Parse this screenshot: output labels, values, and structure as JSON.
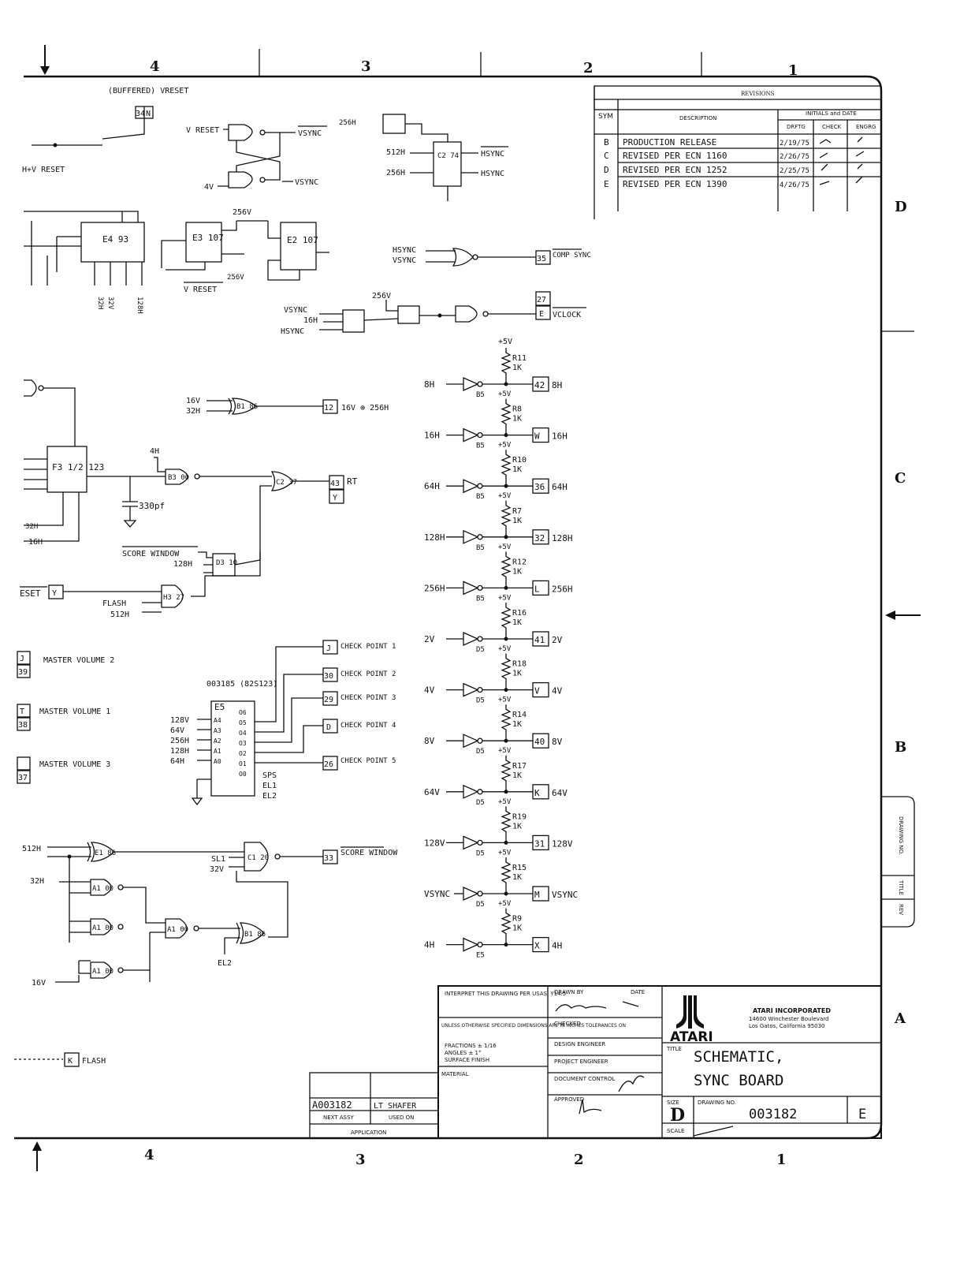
{
  "border": {
    "top_zones": [
      "4",
      "3",
      "2",
      "1"
    ],
    "bottom_zones": [
      "4",
      "3",
      "2",
      "1"
    ],
    "side_zones": [
      "D",
      "C",
      "B",
      "A"
    ]
  },
  "revisions": {
    "title": "REVISIONS",
    "col_sym": "SYM",
    "col_desc": "DESCRIPTION",
    "col_initials": "INITIALS and DATE",
    "col_drftg": "DRFTG",
    "col_check": "CHECK",
    "col_engrg": "ENGRG",
    "rows": [
      {
        "sym": "B",
        "desc": "PRODUCTION RELEASE",
        "date": "2/19/75"
      },
      {
        "sym": "C",
        "desc": "REVISED PER ECN 1160",
        "date": "2/26/75"
      },
      {
        "sym": "D",
        "desc": "REVISED PER ECN 1252",
        "date": "2/25/75"
      },
      {
        "sym": "E",
        "desc": "REVISED PER ECN 1390",
        "date": "4/26/75"
      }
    ]
  },
  "title_block": {
    "interpret": "INTERPRET THIS DRAWING PER USASI Y14.5",
    "unless": "UNLESS OTHERWISE SPECIFIED DIMENSIONS ARE IN INCHES TOLERANCES ON",
    "fractions": "FRACTIONS ± 1/16",
    "angles": "ANGLES ± 1°",
    "surface": "SURFACE FINISH",
    "material": "MATERIAL",
    "drawn_by": "DRAWN BY",
    "date_lbl": "DATE",
    "checked": "CHECKED",
    "design_engineer": "DESIGN ENGINEER",
    "project_engineer": "PROJECT ENGINEER",
    "document_control": "DOCUMENT CONTROL",
    "approved": "APPROVED",
    "company": "ATARI INCORPORATED",
    "addr1": "14600 Winchester Boulevard",
    "addr2": "Los Gatos, California 95030",
    "logo_text": "ATARI",
    "title_lbl": "TITLE",
    "title1": "SCHEMATIC,",
    "title2": "SYNC BOARD",
    "size_lbl": "SIZE",
    "size": "D",
    "drawing_no_lbl": "DRAWING NO.",
    "drawing_no": "003182",
    "rev": "E",
    "scale_lbl": "SCALE",
    "next_assy_val": "A003182",
    "used_on_val": "LT SHAFER",
    "next_assy": "NEXT ASSY",
    "used_on": "USED ON",
    "application": "APPLICATION"
  },
  "side_tab": [
    "DRAWING NO.",
    "TITLE",
    "REV"
  ],
  "labels": {
    "buffered_vreset": "(BUFFERED) VRESET",
    "vreset": "V RESET",
    "hv_reset": "H+V RESET",
    "vsync": "VSYNC",
    "hsync": "HSYNC",
    "fourv": "4V",
    "256h": "256H",
    "512h": "512H",
    "e4": "E4 93",
    "e3": "E3 107",
    "e2": "E2 107",
    "c2_74": "C2 74",
    "comp_sync": "COMP SYNC",
    "vclock": "VCLOCK",
    "256v": "256V",
    "16h": "16H",
    "32h": "32H",
    "4h": "4H",
    "16v": "16V",
    "16v_256h": "16V ⊕ 256H",
    "f3": "F3 1/2 123",
    "b3": "B3 00",
    "c2_37": "C2 37",
    "d3": "D3 10",
    "h3": "H3 27",
    "330pf": "330pf",
    "rt": "RT",
    "score_window": "SCORE WINDOW",
    "128h": "128H",
    "flash": "FLASH",
    "eset": "ESET",
    "master_vol2": "MASTER VOLUME 2",
    "master_vol1": "MASTER VOLUME 1",
    "master_vol3": "MASTER VOLUME 3",
    "e5_part": "003185 (82S123)",
    "e5": "E5",
    "check1": "CHECK POINT 1",
    "check2": "CHECK POINT 2",
    "check3": "CHECK POINT 3",
    "check4": "CHECK POINT 4",
    "check5": "CHECK POINT 5",
    "sps": "SPS",
    "el1": "EL1",
    "el2": "EL2",
    "sl1": "SL1",
    "32v": "32V",
    "c1": "C1 20",
    "e1": "E1 86",
    "a1": "A1 00",
    "b1": "B1 86",
    "plus5v": "+5V",
    "onek": "1K"
  },
  "pins": {
    "p34": "34",
    "pN": "N",
    "p35": "35",
    "p27": "27",
    "pE": "E",
    "p12": "12",
    "p43": "43",
    "pY": "Y",
    "pJ": "J",
    "p39": "39",
    "pT": "T",
    "p38": "38",
    "p37": "37",
    "p30": "30",
    "p29": "29",
    "pD": "D",
    "p26": "26",
    "p33": "33",
    "pK": "K"
  },
  "buffers": [
    {
      "in": "8H",
      "res": "R11",
      "conn": "42",
      "out": "8H",
      "gate": "B5"
    },
    {
      "in": "16H",
      "res": "R8",
      "conn": "W",
      "out": "16H",
      "gate": "B5"
    },
    {
      "in": "64H",
      "res": "R10",
      "conn": "36",
      "out": "64H",
      "gate": "B5"
    },
    {
      "in": "128H",
      "res": "R7",
      "conn": "32",
      "out": "128H",
      "gate": "B5"
    },
    {
      "in": "256H",
      "res": "R12",
      "conn": "L",
      "out": "256H",
      "gate": "B5"
    },
    {
      "in": "2V",
      "res": "R16",
      "conn": "41",
      "out": "2V",
      "gate": "D5"
    },
    {
      "in": "4V",
      "res": "R18",
      "conn": "V",
      "out": "4V",
      "gate": "D5"
    },
    {
      "in": "8V",
      "res": "R14",
      "conn": "40",
      "out": "8V",
      "gate": "D5"
    },
    {
      "in": "64V",
      "res": "R17",
      "conn": "K",
      "out": "64V",
      "gate": "D5"
    },
    {
      "in": "128V",
      "res": "R19",
      "conn": "31",
      "out": "128V",
      "gate": "D5"
    },
    {
      "in": "VSYNC",
      "res": "R15",
      "conn": "M",
      "out": "VSYNC",
      "gate": "D5"
    },
    {
      "in": "4H",
      "res": "R9",
      "conn": "X",
      "out": "4H",
      "gate": "E5"
    }
  ],
  "e5_inputs": [
    "128V",
    "64V",
    "256H",
    "128H",
    "64H"
  ],
  "e5_pins_in": [
    "A4",
    "A3",
    "A2",
    "A1",
    "A0"
  ],
  "e5_pins_out": [
    "O6",
    "O5",
    "O4",
    "O3",
    "O2",
    "O1",
    "O0"
  ]
}
